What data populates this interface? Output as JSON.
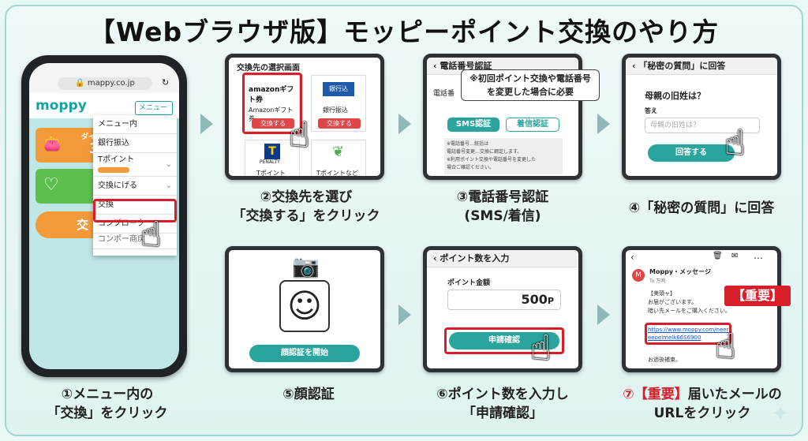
{
  "title": "【Webブラウザ版】モッピーポイント交換のやり方",
  "phone": {
    "url": "mappy.co.jp",
    "logo": "moppy",
    "menu_button": "メニュー ☰",
    "dropdown_items": [
      "メニュー内",
      "銀行振込",
      "Tポイント",
      "交換にげる",
      "交換",
      "コンプローク",
      "コンポー商戻"
    ],
    "card_label": "ダイ",
    "card_value": "3",
    "exchange_btn": "交"
  },
  "step2": {
    "header": "交換先の選択画面",
    "amazon_logo": "amazonギフト券",
    "amazon_label": "Amazonギフト券",
    "bank_logo": "銀行込",
    "bank_label": "銀行振込",
    "exchange_btn": "交換する",
    "t_label": "Tポイント",
    "t_sub": "PENALTY",
    "other_label": "Tポイントなど",
    "caption": [
      "②交換先を選び",
      "「交換する」をクリック"
    ]
  },
  "step3": {
    "header": "電話番号認証",
    "note": [
      "※初回ポイント交換や電話番号",
      "を変更した場合に必要"
    ],
    "field_label": "電話番",
    "sms_btn": "SMS認証",
    "call_btn": "着信認証",
    "info": [
      "※電話番号…統括は",
      "電話番号変更…交換に鋼定します。",
      "※利用ポイント交換や電話番号を変更した",
      "場合ご確認ください。"
    ],
    "caption": [
      "③電話番号認証",
      "(SMS/着信)"
    ]
  },
  "step4": {
    "header": "「秘密の質問」に回答",
    "question": "母親の旧姓は？",
    "answer_label": "答え",
    "placeholder": "母親の旧姓は？",
    "submit": "回答する",
    "caption": "④「秘密の質問」に回答"
  },
  "step5": {
    "button": "顔認証を開始",
    "caption": "⑤顔認証"
  },
  "step6": {
    "header": "ポイント数を入力",
    "label": "ポイント金額",
    "value": "500",
    "unit": "P",
    "confirm": "申請確認",
    "caption": [
      "⑥ポイント数を入力し",
      "「申請確認」"
    ]
  },
  "step7": {
    "sender_initial": "M",
    "sender": "Moppy・メッセージ",
    "to": "To 万明",
    "more": "…",
    "greeting": "【美頭ャ】",
    "body1": "お届がございます。",
    "body2": "暗い先メールをご購入ください。",
    "link": [
      "https://www.moppy.com/neer",
      "eeoelmelk66S6900"
    ],
    "footer": "お過後補束。",
    "badge": "【重要】",
    "caption_red": "⑦【重要】",
    "caption_rest": "届いたメールの",
    "caption2": "URLをクリック"
  },
  "step1": {
    "caption": [
      "①メニュー内の",
      "「交換」をクリック"
    ]
  },
  "colors": {
    "teal": "#2aa59d",
    "red": "#d71f2a",
    "orange": "#f39a3b",
    "green": "#5cbf4e"
  }
}
